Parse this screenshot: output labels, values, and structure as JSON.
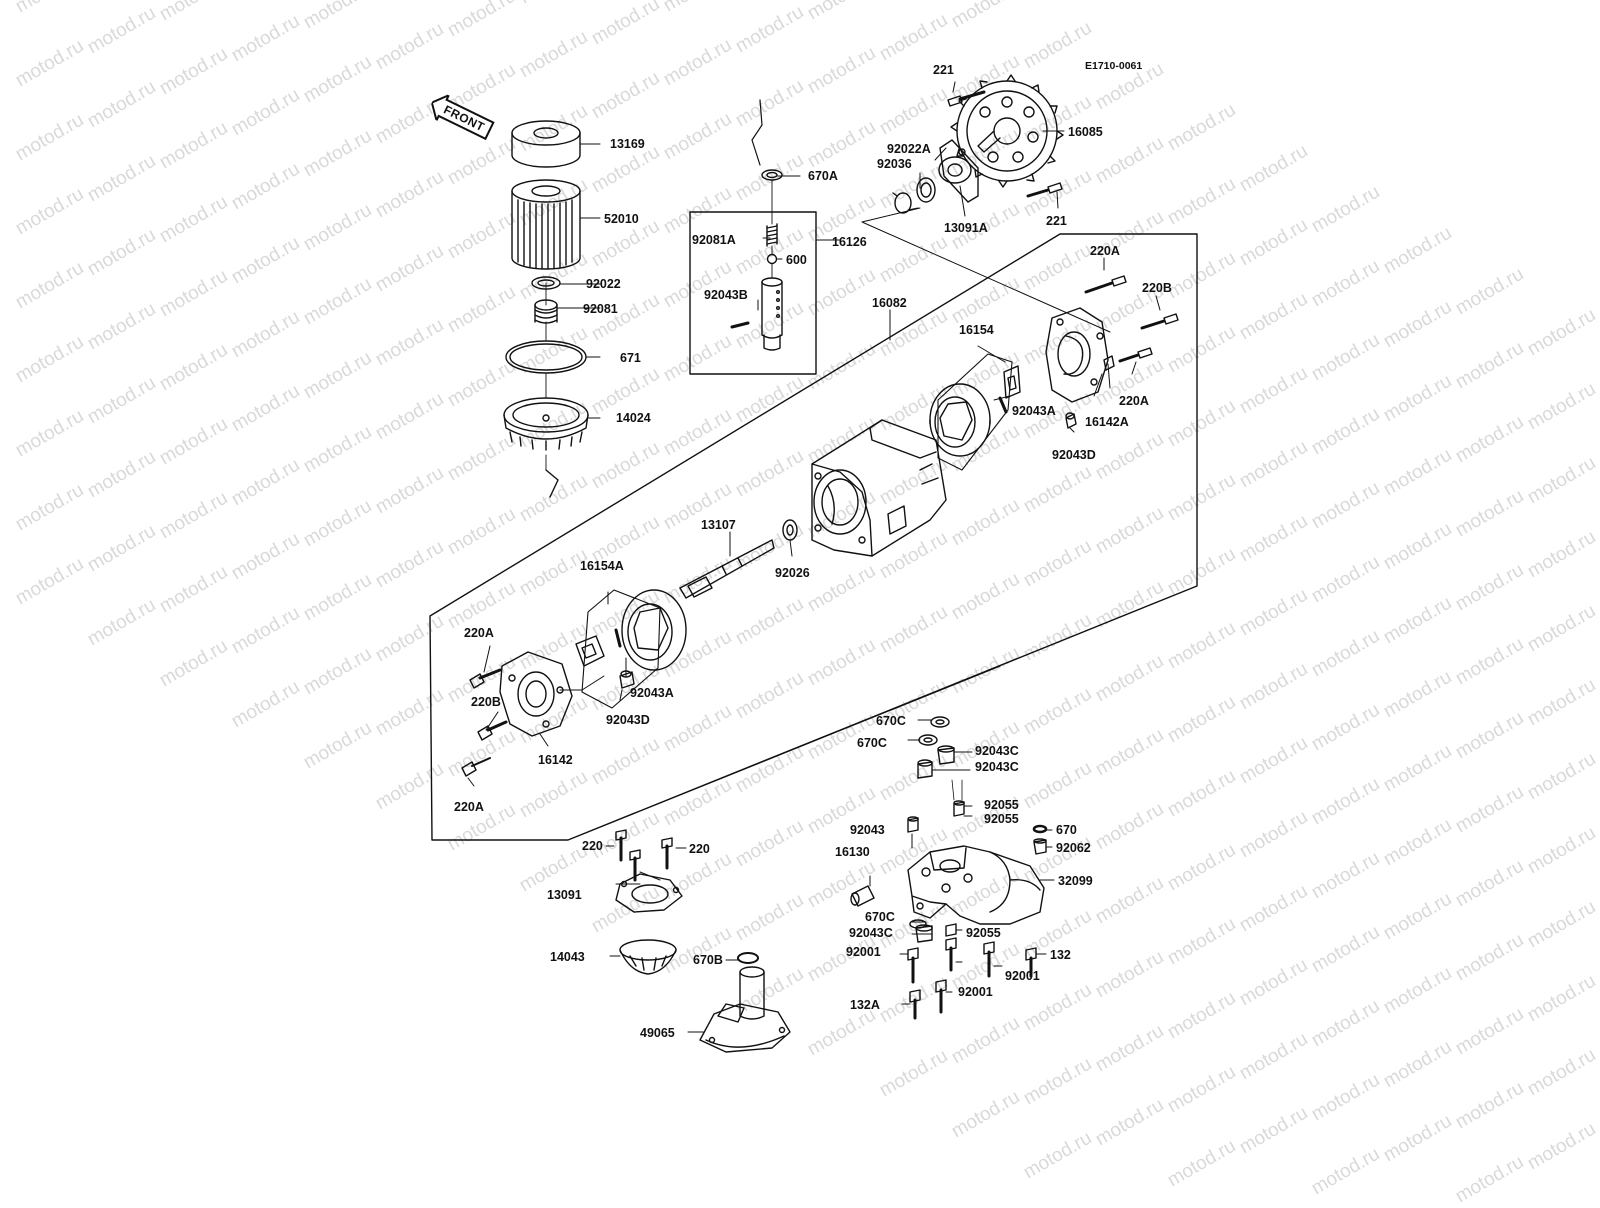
{
  "drawing_code": "E1710-0061",
  "orientation_label": "FRONT",
  "watermark_text": "motod.ru",
  "ink_color": "#111111",
  "watermark_color": "#d9d9d9",
  "labels": {
    "p13169": "13169",
    "p52010": "52010",
    "p92022": "92022",
    "p92081": "92081",
    "p671": "671",
    "p14024": "14024",
    "p670A": "670A",
    "p92081A": "92081A",
    "p16126": "16126",
    "p600": "600",
    "p92043B": "92043B",
    "p221_top": "221",
    "p16085": "16085",
    "p92022A": "92022A",
    "p92036": "92036",
    "p13091A": "13091A",
    "p221_low": "221",
    "p220A_r1": "220A",
    "p220B_r": "220B",
    "p16082": "16082",
    "p16154": "16154",
    "p92043A_r": "92043A",
    "p16142A": "16142A",
    "p220A_r2": "220A",
    "p92043D_r": "92043D",
    "p13107": "13107",
    "p92026": "92026",
    "p16154A": "16154A",
    "p220A_l1": "220A",
    "p220B_l": "220B",
    "p92043A_l": "92043A",
    "p92043D_l": "92043D",
    "p16142": "16142",
    "p220A_l2": "220A",
    "p670C_1": "670C",
    "p670C_2": "670C",
    "p92043C_1": "92043C",
    "p92043C_2": "92043C",
    "p92055_1": "92055",
    "p92055_2": "92055",
    "p92043": "92043",
    "p670": "670",
    "p92062": "92062",
    "p16130": "16130",
    "p32099": "32099",
    "p670C_3": "670C",
    "p92043C_3": "92043C",
    "p92055_3": "92055",
    "p92001_1": "92001",
    "p132": "132",
    "p92001_2": "92001",
    "p92001_3": "92001",
    "p132A": "132A",
    "p220_a": "220",
    "p220_b": "220",
    "p13091": "13091",
    "p14043": "14043",
    "p670B": "670B",
    "p49065": "49065"
  }
}
